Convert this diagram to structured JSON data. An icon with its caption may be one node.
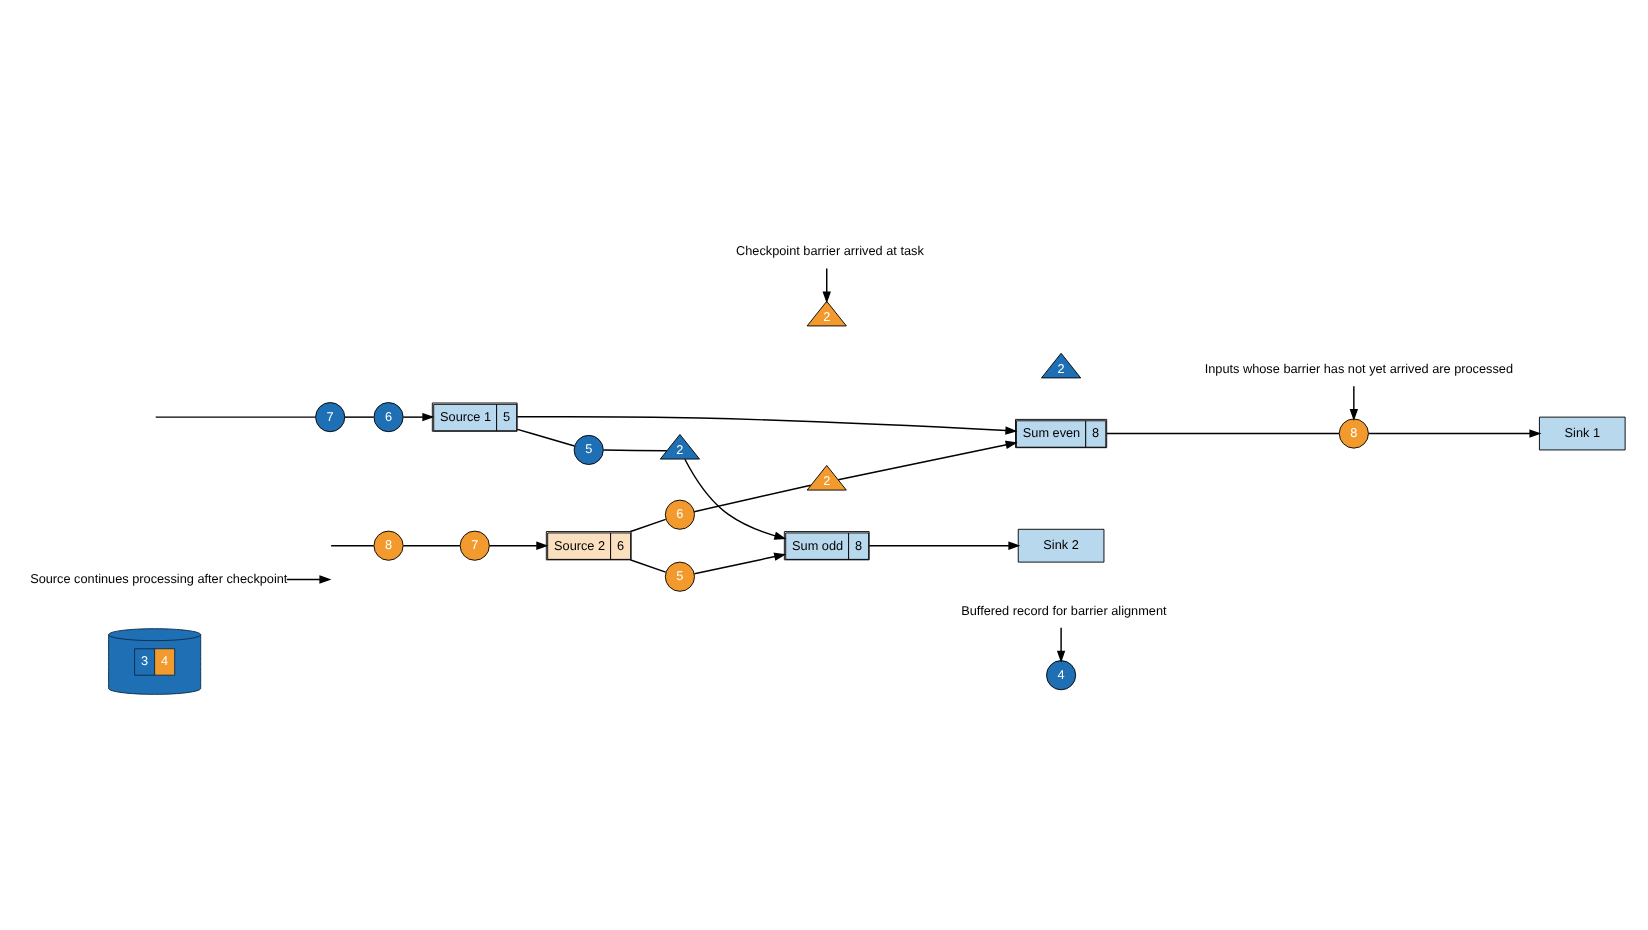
{
  "diagram": {
    "nodes": [
      {
        "text": [
          "3",
          "4"
        ]
      },
      {
        "text": [
          "Source continues processing after checkpoint"
        ]
      },
      {
        "text": [
          "Buffered record for barrier alignment"
        ]
      },
      {
        "text": [
          "Inputs whose barrier has not yet arrived are processed"
        ]
      },
      {
        "text": [
          "4"
        ]
      },
      {
        "text": [
          "2"
        ]
      },
      {
        "text": [
          "7"
        ]
      },
      {
        "text": [
          "6"
        ]
      },
      {
        "text": [
          "Source 1",
          "5"
        ]
      },
      {
        "text": [
          "Sum even",
          "8"
        ]
      },
      {
        "text": [
          "8"
        ]
      },
      {
        "text": [
          "Sink 1"
        ]
      },
      {
        "text": [
          "5"
        ]
      },
      {
        "text": [
          "2"
        ]
      },
      {
        "text": [
          "6"
        ]
      },
      {
        "text": [
          "2"
        ]
      },
      {
        "text": [
          "8"
        ]
      },
      {
        "text": [
          "7"
        ]
      },
      {
        "text": [
          "Source 2",
          "6"
        ]
      },
      {
        "text": [
          "5"
        ]
      },
      {
        "text": [
          "Sum odd",
          "8"
        ]
      },
      {
        "text": [
          "Sink 2"
        ]
      },
      {
        "text": [
          "2"
        ]
      },
      {
        "text": [
          "Checkpoint barrier arrived at task"
        ]
      }
    ],
    "edges": [
      {
        "from": null,
        "to": 6,
        "arrow": "none"
      },
      {
        "from": 6,
        "to": 7,
        "arrow": "none"
      },
      {
        "from": 7,
        "to": 8,
        "arrow": "to"
      },
      {
        "from": 8,
        "to": 9,
        "arrow": "to"
      },
      {
        "from": 1,
        "to": null,
        "arrow": "to"
      },
      {
        "from": 8,
        "to": 12,
        "arrow": "none"
      },
      {
        "from": 12,
        "to": 15,
        "arrow": "none"
      },
      {
        "from": 15,
        "to": 20,
        "arrow": "to"
      },
      {
        "from": 18,
        "to": 14,
        "arrow": "none"
      },
      {
        "from": 14,
        "to": 13,
        "arrow": "none"
      },
      {
        "from": 13,
        "to": 9,
        "arrow": "to"
      },
      {
        "from": 2,
        "to": 4,
        "arrow": "to"
      },
      {
        "from": 9,
        "to": 10,
        "arrow": "none"
      },
      {
        "from": 10,
        "to": 11,
        "arrow": "to"
      },
      {
        "from": 3,
        "to": 10,
        "arrow": "to"
      },
      {
        "from": null,
        "to": 16,
        "arrow": "none"
      },
      {
        "from": 16,
        "to": 17,
        "arrow": "none"
      },
      {
        "from": 17,
        "to": 18,
        "arrow": "to"
      },
      {
        "from": 18,
        "to": 19,
        "arrow": "none"
      },
      {
        "from": 19,
        "to": 20,
        "arrow": "to"
      },
      {
        "from": 20,
        "to": 21,
        "arrow": "to"
      },
      {
        "from": 23,
        "to": 22,
        "arrow": "to"
      }
    ]
  }
}
